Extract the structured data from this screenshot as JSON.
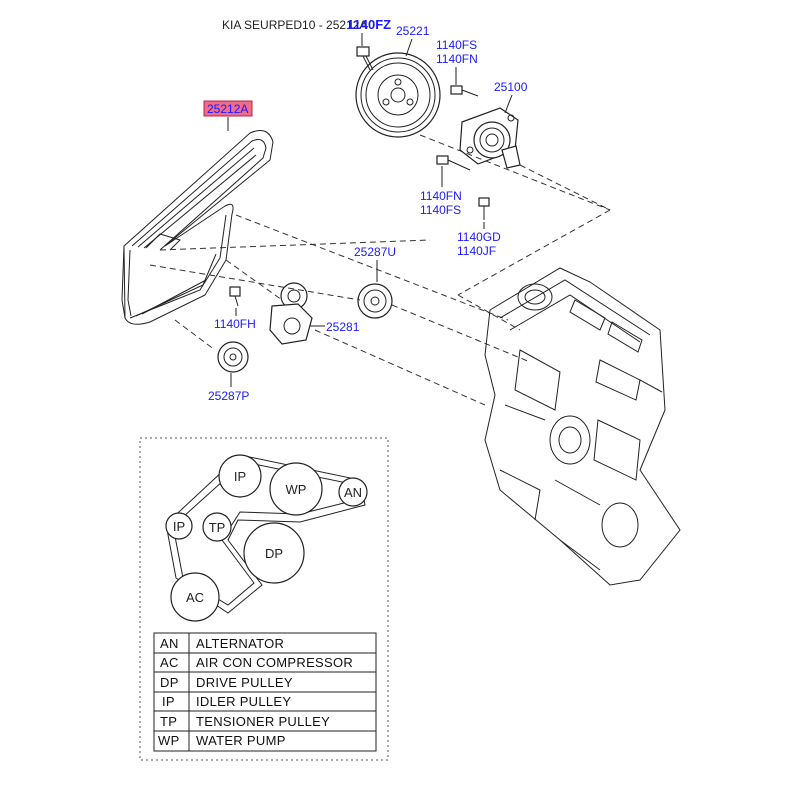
{
  "header": {
    "title": "KIA SEURPED10 - 25212A"
  },
  "parts": {
    "belt": "25212A",
    "pulley_crank": "25221",
    "bolt_top": "1140FZ",
    "bolt_fs_top": "1140FS",
    "bolt_fn_top": "1140FN",
    "water_pump": "25100",
    "bolt_fn_low": "1140FN",
    "bolt_fs_low": "1140FS",
    "bolt_gd": "1140GD",
    "bolt_jf": "1140JF",
    "idler_upper": "25287U",
    "tensioner": "25281",
    "bolt_fh": "1140FH",
    "idler_lower": "25287P"
  },
  "layout_diagram": {
    "pulleys": {
      "ip_top": "IP",
      "wp": "WP",
      "an": "AN",
      "ip_left": "IP",
      "tp": "TP",
      "dp": "DP",
      "ac": "AC"
    }
  },
  "legend": [
    {
      "code": "AN",
      "name": "ALTERNATOR"
    },
    {
      "code": "AC",
      "name": "AIR CON COMPRESSOR"
    },
    {
      "code": "DP",
      "name": "DRIVE PULLEY"
    },
    {
      "code": "IP",
      "name": "IDLER PULLEY"
    },
    {
      "code": "TP",
      "name": "TENSIONER PULLEY"
    },
    {
      "code": "WP",
      "name": "WATER PUMP"
    }
  ],
  "colors": {
    "highlight": "#f06a8a",
    "part_link": "#1a1aff"
  }
}
